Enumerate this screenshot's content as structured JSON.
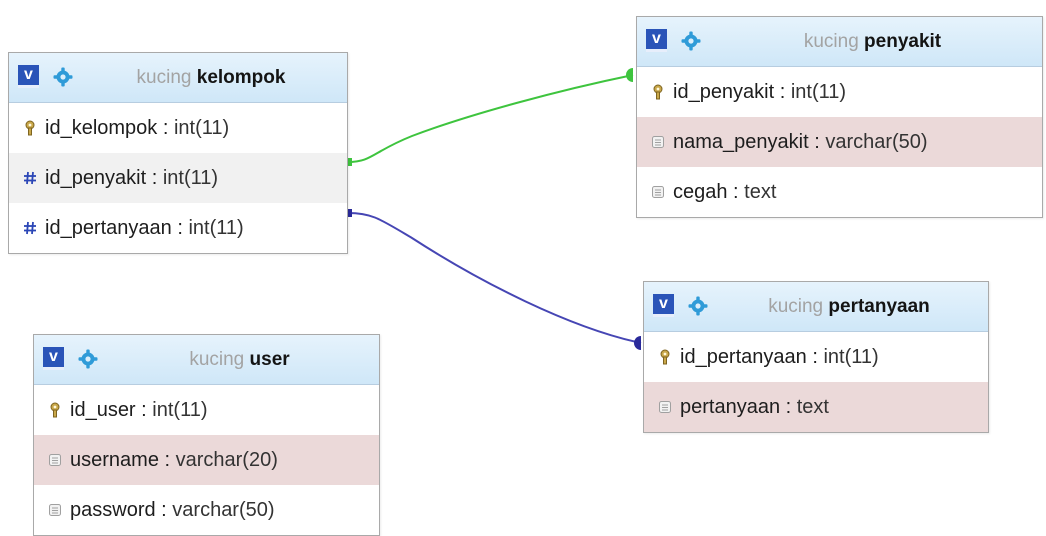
{
  "colors": {
    "relation_penyakit": "#3ec43e",
    "relation_pertanyaan": "#4646b4",
    "header_gradient_top": "#e6f3fc",
    "header_gradient_bottom": "#cfe7f8",
    "required_row_bg": "#ebd9d9",
    "fk_row_bg": "#f1f1f1",
    "toggle_bg": "#2a54b8",
    "gear_color": "#2f9bd8"
  },
  "tables": {
    "kelompok": {
      "db": "kucing",
      "name": "kelompok",
      "toggle_label": "v",
      "columns": [
        {
          "name": "id_kelompok",
          "sep": " : ",
          "type": "int(11)",
          "icon": "key-icon"
        },
        {
          "name": "id_penyakit",
          "sep": " : ",
          "type": "int(11)",
          "icon": "hash-icon"
        },
        {
          "name": "id_pertanyaan",
          "sep": " : ",
          "type": "int(11)",
          "icon": "hash-icon"
        }
      ]
    },
    "penyakit": {
      "db": "kucing",
      "name": "penyakit",
      "toggle_label": "v",
      "columns": [
        {
          "name": "id_penyakit",
          "sep": " : ",
          "type": "int(11)",
          "icon": "key-icon"
        },
        {
          "name": "nama_penyakit",
          "sep": " : ",
          "type": "varchar(50)",
          "icon": "column-icon"
        },
        {
          "name": "cegah",
          "sep": " : ",
          "type": "text",
          "icon": "column-icon"
        }
      ]
    },
    "pertanyaan": {
      "db": "kucing",
      "name": "pertanyaan",
      "toggle_label": "v",
      "columns": [
        {
          "name": "id_pertanyaan",
          "sep": " : ",
          "type": "int(11)",
          "icon": "key-icon"
        },
        {
          "name": "pertanyaan",
          "sep": " : ",
          "type": "text",
          "icon": "column-icon"
        }
      ]
    },
    "user": {
      "db": "kucing",
      "name": "user",
      "toggle_label": "v",
      "columns": [
        {
          "name": "id_user",
          "sep": " : ",
          "type": "int(11)",
          "icon": "key-icon"
        },
        {
          "name": "username",
          "sep": " : ",
          "type": "varchar(20)",
          "icon": "column-icon"
        },
        {
          "name": "password",
          "sep": " : ",
          "type": "varchar(50)",
          "icon": "column-icon"
        }
      ]
    }
  },
  "relations": [
    {
      "from": "kelompok.id_penyakit",
      "to": "penyakit.id_penyakit"
    },
    {
      "from": "kelompok.id_pertanyaan",
      "to": "pertanyaan.id_pertanyaan"
    }
  ]
}
